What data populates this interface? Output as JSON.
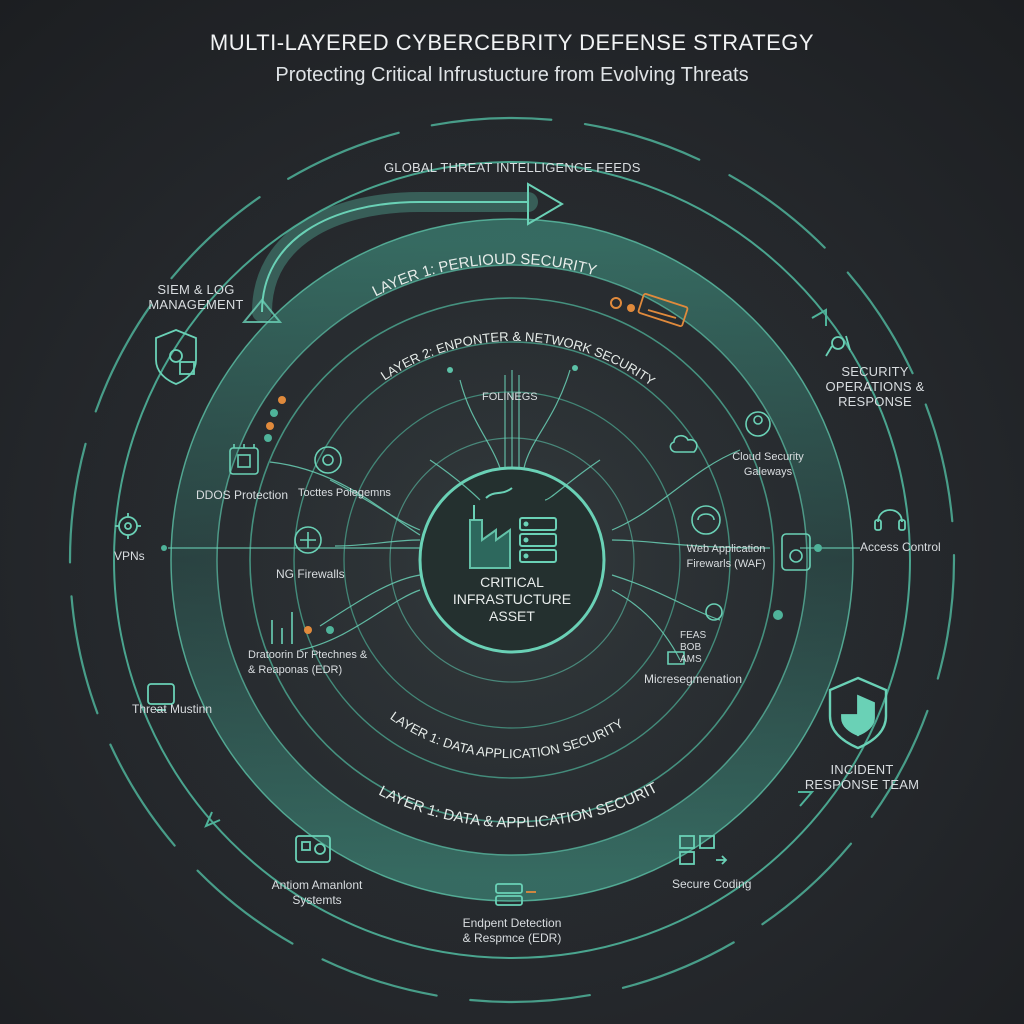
{
  "header": {
    "title": "MULTI-LAYERED CYBERCEBRITY DEFENSE STRATEGY",
    "subtitle": "Protecting Critical Infrustucture from Evolving Threats"
  },
  "colors": {
    "background": "#25282c",
    "ring": "#4fb39a",
    "ring_glow": "#3e8f7f",
    "accent_orange": "#e08a3c",
    "text": "#e9ecee"
  },
  "feed_arrow": {
    "label": "GLOBAL THREAT INTELLIGENCE FEEDS"
  },
  "layer_labels": {
    "layer1_top": "LAYER 1: PERLIOUD SECURITY",
    "layer2": "LAYER 2: ENPONTER & NETWORK SECURITY",
    "hub": "FOLINEGS",
    "layer1_inner_bottom": "LAYER 1: DATA APPLICATION SECURITY",
    "layer1_outer_bottom": "LAYER 1: DATA & APPLICATION SECURITY"
  },
  "core": {
    "label": "CRITICAL INFRASTUCTURE ASSET",
    "icon": "factory-server-icon"
  },
  "outer_nodes": [
    {
      "id": "siem",
      "label": "SIEM & LOG MANAGEMENT",
      "icon": "shield-lock-icon"
    },
    {
      "id": "soc",
      "label": "SECURITY OPERATIONS & RESPONSE",
      "icon": "people-icon"
    },
    {
      "id": "vpns",
      "label": "VPNs",
      "icon": "gear-icon"
    },
    {
      "id": "access",
      "label": "Access Control",
      "icon": "headset-icon"
    },
    {
      "id": "hunting",
      "label": "Threat Mustinn",
      "icon": "monitor-icon"
    },
    {
      "id": "incident",
      "label": "INCIDENT RESPONSE TEAM",
      "icon": "shield-icon"
    },
    {
      "id": "auth",
      "label": "Antiom Amanlont Systemts",
      "icon": "panel-icon"
    },
    {
      "id": "edr_bottom",
      "label": "Endpent Detection & Respmce (EDR)",
      "icon": "server-icon"
    },
    {
      "id": "coding",
      "label": "Secure Coding",
      "icon": "code-icon"
    }
  ],
  "inner_nodes": [
    {
      "id": "ddos",
      "label": "DDOS Protection",
      "icon": "chip-icon"
    },
    {
      "id": "policies",
      "label": "Tocttes Polegemns",
      "icon": "gear-cluster-icon"
    },
    {
      "id": "ngfw",
      "label": "NG Firewalls",
      "icon": "firewall-icon"
    },
    {
      "id": "edr_inner",
      "label": "Dratoorin Dr Ptechnes & & Reaponas (EDR)",
      "icon": "bars-icon"
    },
    {
      "id": "cloud",
      "label": "Cloud Security Galeways",
      "icon": "cloud-icon"
    },
    {
      "id": "waf",
      "label": "Web Application Firewarls (WAF)",
      "icon": "web-icon"
    },
    {
      "id": "micro",
      "label": "Micresegmenation",
      "icon": "segment-icon"
    },
    {
      "id": "micro_tags",
      "label": "FEAS BOB AMS",
      "icon": "tag-icon"
    }
  ]
}
